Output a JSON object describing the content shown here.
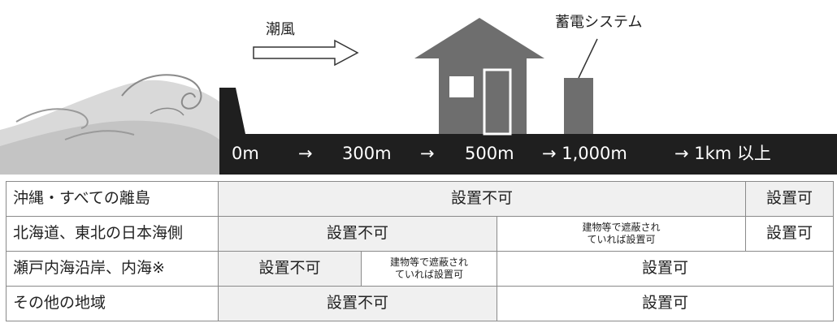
{
  "diagram": {
    "wind_label": "潮風",
    "system_label": "蓄電システム",
    "distance_scale": [
      "0m",
      "→",
      "300m",
      "→",
      "500m",
      "→ 1,000m",
      "→ 1km 以上"
    ]
  },
  "table": {
    "rows": [
      {
        "region": "沖縄・すべての離島",
        "cells": [
          {
            "text": "設置不可",
            "span": 4,
            "shade": "gray"
          },
          {
            "text": "設置可",
            "span": 1,
            "shade": "gray"
          }
        ]
      },
      {
        "region": "北海道、東北の日本海側",
        "cells": [
          {
            "text": "設置不可",
            "span": 2,
            "shade": "gray"
          },
          {
            "text": "建物等で遮蔽され\nていれば設置可",
            "span": 2,
            "shade": "white",
            "small": true
          },
          {
            "text": "設置可",
            "span": 1,
            "shade": "white"
          }
        ]
      },
      {
        "region": "瀬戸内海沿岸、内海※",
        "cells": [
          {
            "text": "設置不可",
            "span": 1,
            "shade": "gray"
          },
          {
            "text": "建物等で遮蔽され\nていれば設置可",
            "span": 1,
            "shade": "white",
            "small": true
          },
          {
            "text": "設置可",
            "span": 3,
            "shade": "white"
          }
        ]
      },
      {
        "region": "その他の地域",
        "cells": [
          {
            "text": "設置不可",
            "span": 2,
            "shade": "gray"
          },
          {
            "text": "設置可",
            "span": 3,
            "shade": "white"
          }
        ]
      }
    ]
  }
}
